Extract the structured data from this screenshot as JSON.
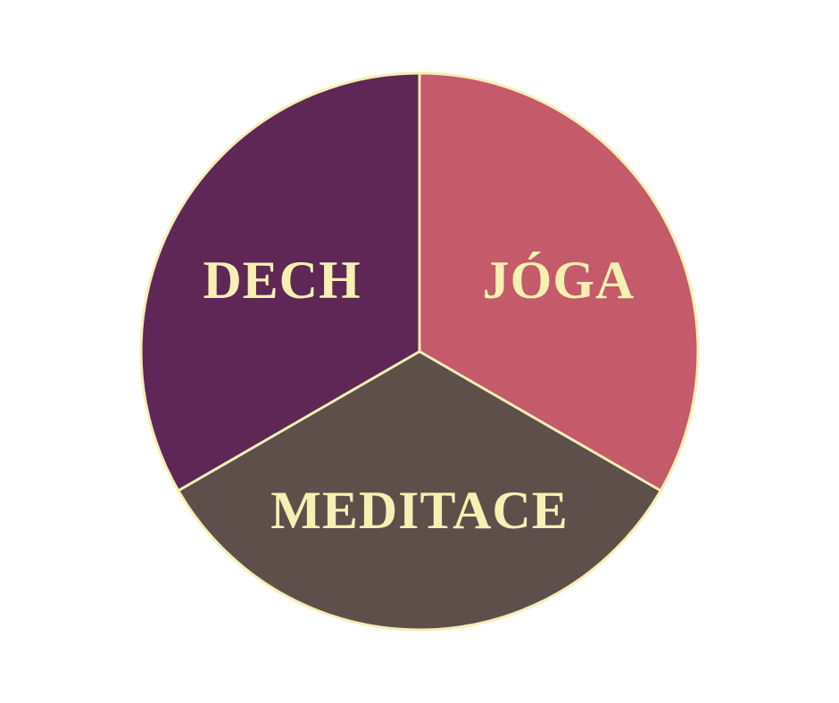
{
  "colors": {
    "background": "#ffffff",
    "outline": "#f3efb4",
    "label_text": "#f6f0b3"
  },
  "segments": [
    {
      "label": "DECH",
      "color": "#5e2755"
    },
    {
      "label": "JÓGA",
      "color": "#c45a6a"
    },
    {
      "label": "MEDITACE",
      "color": "#5f4f4b"
    }
  ]
}
